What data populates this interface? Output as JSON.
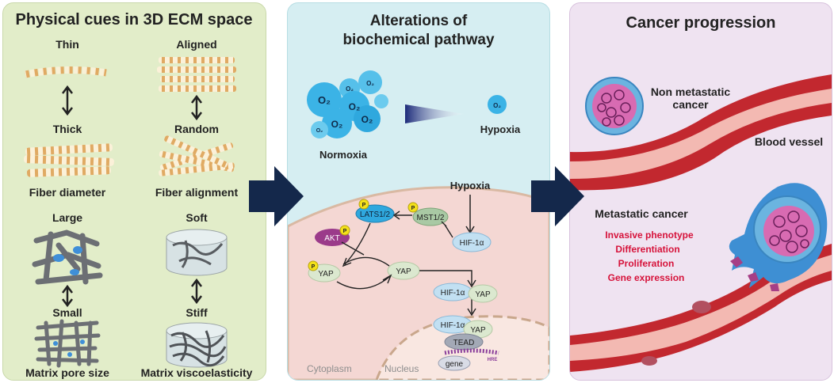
{
  "panel1": {
    "title": "Physical cues in 3D ECM space",
    "thin": "Thin",
    "thick": "Thick",
    "fiber_diameter": "Fiber diameter",
    "aligned": "Aligned",
    "random": "Random",
    "fiber_alignment": "Fiber alignment",
    "large": "Large",
    "small": "Small",
    "matrix_pore_size": "Matrix pore size",
    "soft": "Soft",
    "stiff": "Stiff",
    "matrix_viscoelasticity": "Matrix viscoelasticity"
  },
  "panel2": {
    "title_line1": "Alterations of",
    "title_line2": "biochemical pathway",
    "o2": "O₂",
    "normoxia": "Normoxia",
    "hypoxia_label": "Hypoxia",
    "hypoxia_signal": "Hypoxia",
    "akt": "AKT",
    "lats": "LATS1/2",
    "mst": "MST1/2",
    "hif": "HIF-1α",
    "yap": "YAP",
    "tead": "TEAD",
    "gene": "gene",
    "hre": "HRE",
    "p": "P",
    "cytoplasm": "Cytoplasm",
    "nucleus": "Nucleus"
  },
  "panel3": {
    "title": "Cancer progression",
    "non_metastatic_1": "Non metastatic",
    "non_metastatic_2": "cancer",
    "blood_vessel": "Blood vessel",
    "metastatic": "Metastatic cancer",
    "features": [
      "Invasive phenotype",
      "Differentiation",
      "Proliferation",
      "Gene expression"
    ]
  },
  "colors": {
    "arrow": "#14284b",
    "red_text": "#d6123a",
    "vessel": "#c2282f",
    "panel1_bg": "#e2edc9",
    "panel2_bg": "#d6eef2",
    "panel3_bg": "#efe3f1"
  }
}
